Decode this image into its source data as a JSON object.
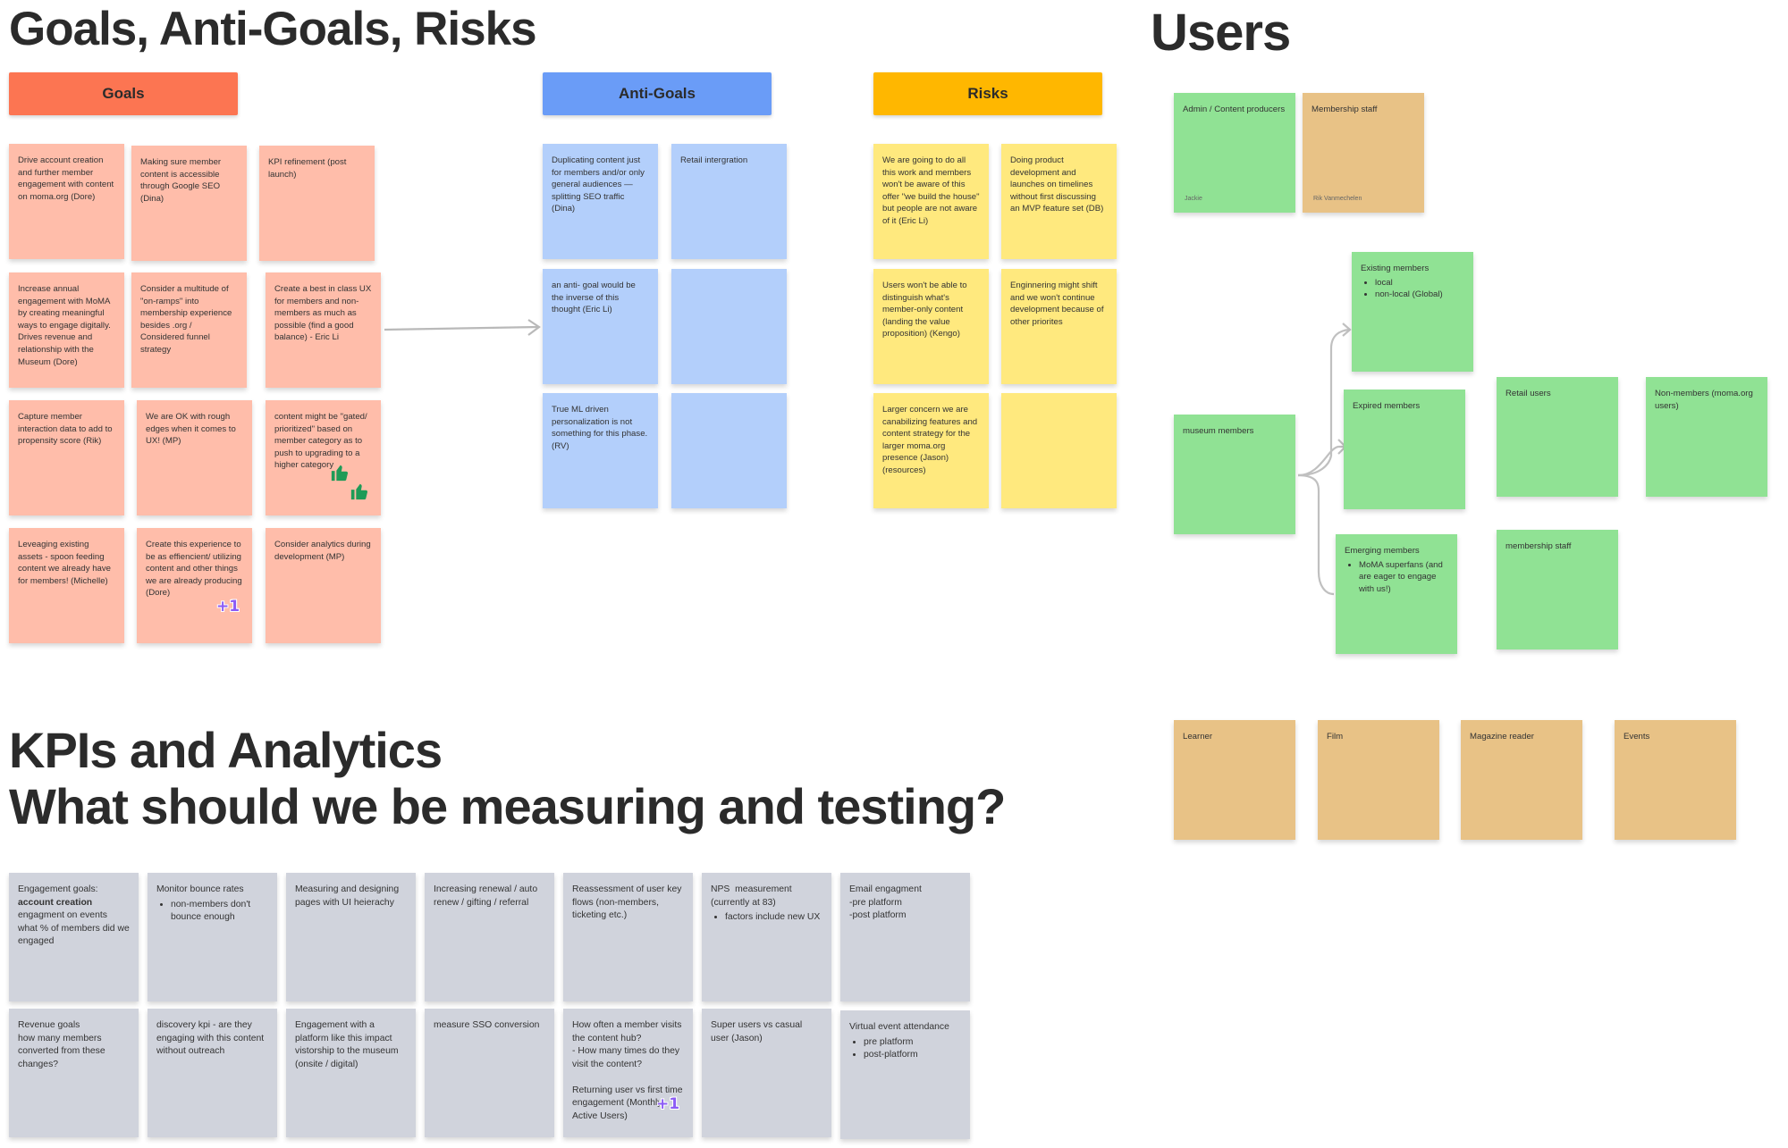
{
  "goals_section": {
    "title": "Goals, Anti-Goals, Risks",
    "goals_header": "Goals",
    "anti_goals_header": "Anti-Goals",
    "risks_header": "Risks",
    "goals_notes": [
      "Drive account creation and further member engagement with content on moma.org (Dore)",
      "Making sure member content is accessible through Google SEO (Dina)",
      "KPI refinement (post launch)",
      "Increase annual engagement with MoMA by creating meaningful ways to engage digitally. Drives revenue and relationship with the Museum (Dore)",
      "Consider a multitude of \"on-ramps\" into membership experience besides .org / Considered funnel strategy",
      "Create a best in class UX for members and non-members as much as possible (find a good balance) - Eric Li",
      "Capture member interaction data to add to propensity score (Rik)",
      "We are OK with rough edges when it comes to UX! (MP)",
      "content might be \"gated/ prioritized\" based on member category as to push to upgrading to a higher category",
      "Leveaging existing assets - spoon feeding content we already have for members! (Michelle)",
      "Create this experience to be as effiencient/ utilizing content and other things we are already producing (Dore)",
      "Consider analytics during development (MP)"
    ],
    "plus_one": "+1",
    "anti_goals_notes": [
      "Duplicating content just for members and/or only general audiences — splitting SEO traffic (Dina)",
      "Retail intergration",
      "an anti- goal would be the inverse of this thought (Eric Li)",
      "",
      "True ML driven personalization is not something for this phase. (RV)",
      ""
    ],
    "risks_notes": [
      "We are going to do all this work and members won't be aware of this offer \"we build the house\" but people are not aware of it (Eric Li)",
      "Doing product development and launches on timelines without first discussing an MVP feature set (DB)",
      "Users won't be able to distinguish what's member-only content (landing the value proposition) (Kengo)",
      "Enginnering might shift and we won't continue development because of other priorites",
      "Larger concern we are canabilizing features and content strategy for the larger moma.org presence (Jason) (resources)",
      ""
    ]
  },
  "users_section": {
    "title": "Users",
    "admin_note": "Admin / Content producers",
    "admin_author": "Jackie",
    "membership_staff_note": "Membership staff",
    "membership_staff_author": "Rik Vanmechelen",
    "museum_members": "museum members",
    "existing_members": {
      "title": "Existing members",
      "items": [
        "local",
        "non-local  (Global)"
      ]
    },
    "expired_members": "Expired members",
    "emerging_members": {
      "title": "Emerging members",
      "items": [
        "MoMA superfans (and are eager to engage with us!)"
      ]
    },
    "retail_users": "Retail users",
    "non_members": "Non-members (moma.org users)",
    "membership_staff_2": "membership staff",
    "interests": [
      "Learner",
      "Film",
      "Magazine reader",
      "Events"
    ]
  },
  "kpi_section": {
    "title_line1": "KPIs and Analytics",
    "title_line2": "What should we be measuring and testing?",
    "row1": [
      {
        "lines": [
          "Engagement goals:"
        ],
        "bold": "account creation",
        "rest": "engagment on events\nwhat % of members did we engaged"
      },
      {
        "title": "Monitor bounce rates",
        "items": [
          "non-members don't bounce enough"
        ]
      },
      {
        "text": "Measuring and designing pages with UI heierachy"
      },
      {
        "text": "Increasing renewal / auto renew / gifting / referral"
      },
      {
        "text": "Reassessment of user key flows (non-members, ticketing etc.)"
      },
      {
        "title": "NPS  measurement (currently at 83)",
        "items": [
          "factors include new UX"
        ]
      },
      {
        "text": "Email engagment\n-pre platform\n-post platform"
      }
    ],
    "row2": [
      {
        "text": "Revenue goals\nhow many members converted from these changes?"
      },
      {
        "text": "discovery kpi - are they engaging with this content without outreach"
      },
      {
        "text": "Engagement with a platform like this impact vistorship to the museum (onsite / digital)"
      },
      {
        "text": "measure SSO conversion"
      },
      {
        "text": "How often a member visits the content hub?\n- How many times do they visit the content?\n\nReturning user vs first time engagement (Monthly Active Users)"
      },
      {
        "text": "Super users vs casual user (Jason)"
      },
      {
        "title": "Virtual event attendance",
        "items": [
          "pre platform",
          "post-platform"
        ]
      }
    ],
    "plus_one": "+1"
  },
  "colors": {
    "goals_header": "#fc7552",
    "anti_goals_header": "#6a9cf7",
    "risks_header": "#ffb700",
    "goal_note": "#ffbdaa",
    "anti_note": "#b3cffb",
    "risk_note": "#ffe97e",
    "user_green": "#90e294",
    "user_orange": "#e8c286",
    "kpi_note": "#d0d3dc",
    "thumbs_up": "#1e9b57",
    "plus_one": "#8c5cf5"
  },
  "icons": [
    "thumbs-up-icon",
    "plus-one-icon",
    "connector-arrow"
  ]
}
